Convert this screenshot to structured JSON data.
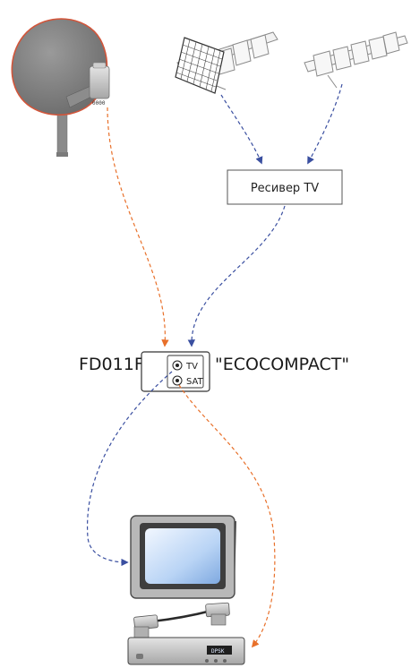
{
  "receiver_box": {
    "label": "Ресивер TV"
  },
  "device": {
    "model": "FD011F",
    "name": "\"ECOCOMPACT\"",
    "ports": [
      "TV",
      "SAT"
    ]
  },
  "satellite_dish": {
    "lnb_text": "0000"
  },
  "sat_receiver": {
    "display_text": "DPSK"
  },
  "colors": {
    "satellite_line": "#e8702a",
    "terrestrial_line": "#3a4fa0",
    "dish_body": "#7d7d7d",
    "dish_rim": "#d2553a"
  }
}
